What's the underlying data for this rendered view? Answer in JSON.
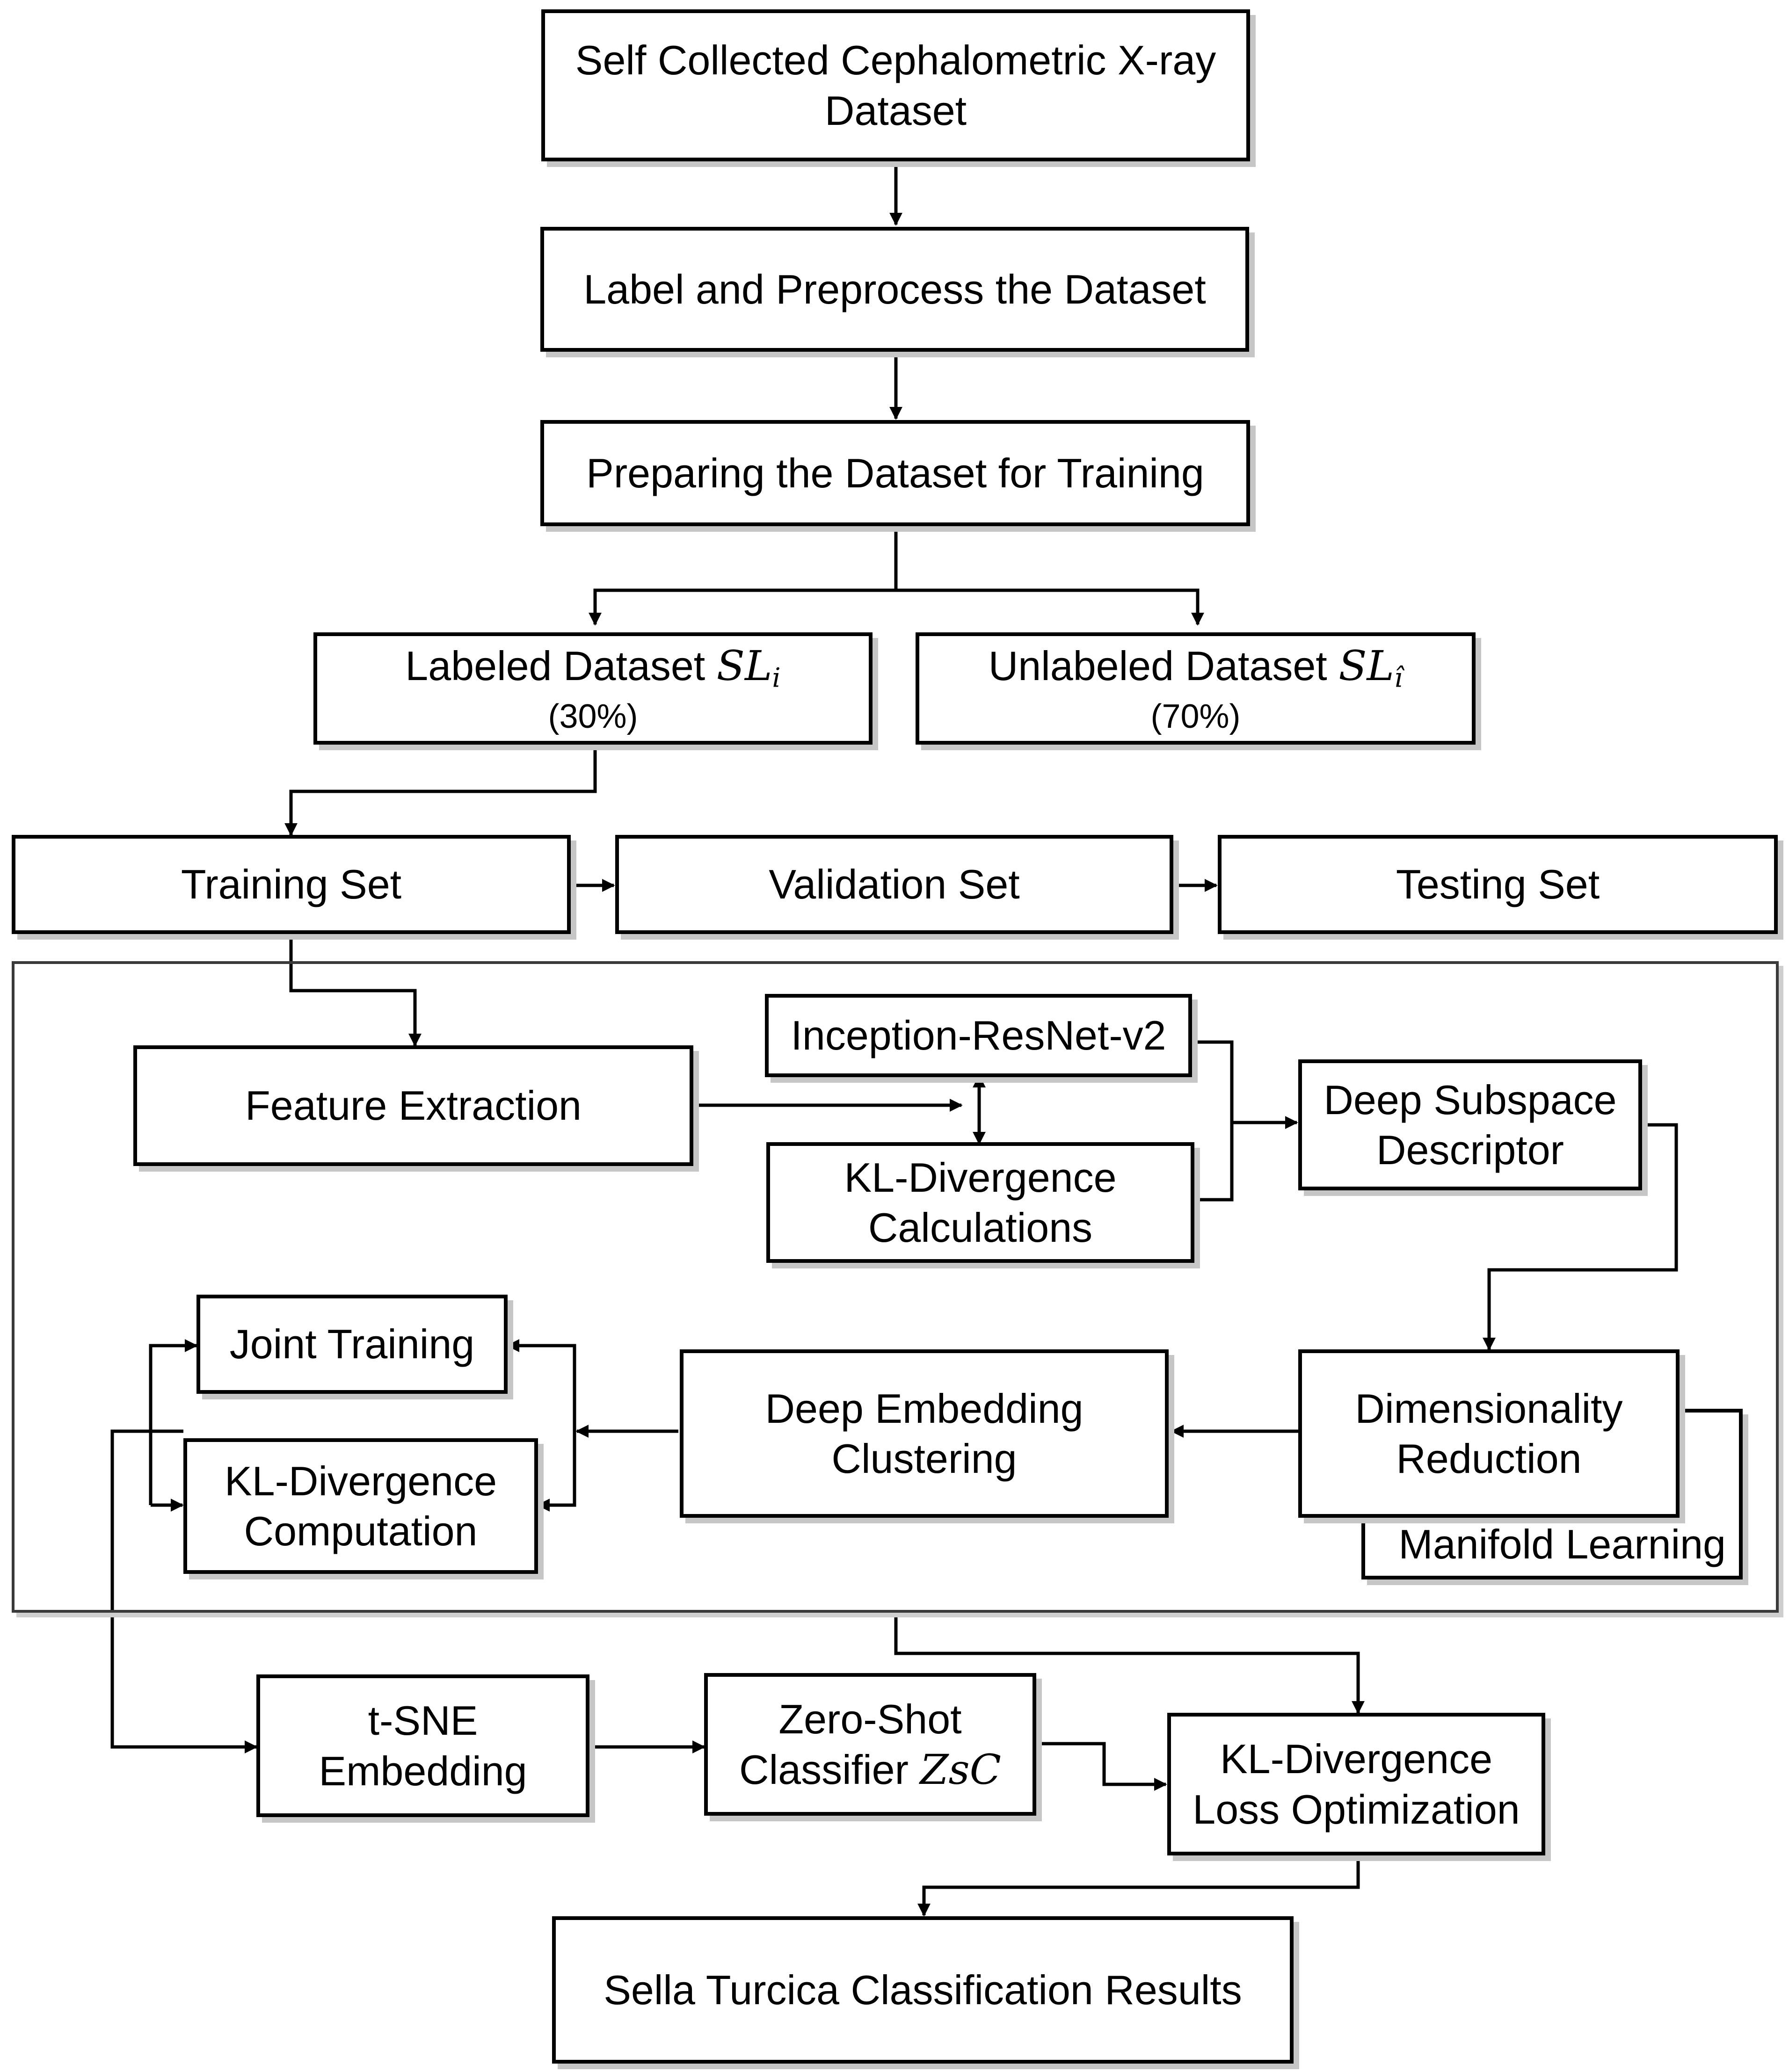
{
  "nodes": {
    "dataset": {
      "line1": "Self Collected Cephalometric X-ray",
      "line2": "Dataset"
    },
    "label_preprocess": {
      "text": "Label and Preprocess the Dataset"
    },
    "preparing": {
      "text": "Preparing the Dataset for Training"
    },
    "labeled": {
      "text": "Labeled Dataset",
      "math": "SL",
      "sub": "i",
      "pct": "(30%)"
    },
    "unlabeled": {
      "text": "Unlabeled Dataset",
      "math": "SL",
      "sub": "î",
      "pct": "(70%)"
    },
    "training": {
      "text": "Training Set"
    },
    "validation": {
      "text": "Validation Set"
    },
    "testing": {
      "text": "Testing Set"
    },
    "feature": {
      "text": "Feature Extraction"
    },
    "inception": {
      "text": "Inception-ResNet-v2"
    },
    "kl_calc": {
      "line1": "KL-Divergence",
      "line2": "Calculations"
    },
    "deep_subspace": {
      "line1": "Deep Subspace",
      "line2": "Descriptor"
    },
    "dim_red": {
      "line1": "Dimensionality",
      "line2": "Reduction"
    },
    "manifold": {
      "text": "Manifold Learning"
    },
    "dec": {
      "line1": "Deep Embedding",
      "line2": "Clustering"
    },
    "joint": {
      "text": "Joint Training"
    },
    "kl_comp": {
      "line1": "KL-Divergence",
      "line2": "Computation"
    },
    "tsne": {
      "line1": "t-SNE",
      "line2": "Embedding"
    },
    "zsc": {
      "line1": "Zero-Shot",
      "line2": "Classifier",
      "math": "ZsC"
    },
    "kl_loss": {
      "line1": "KL-Divergence",
      "line2": "Loss Optimization"
    },
    "results": {
      "text": "Sella Turcica Classification Results"
    }
  },
  "colors": {
    "stroke": "#000000",
    "shadow": "#c6c6c6",
    "background": "#ffffff"
  }
}
